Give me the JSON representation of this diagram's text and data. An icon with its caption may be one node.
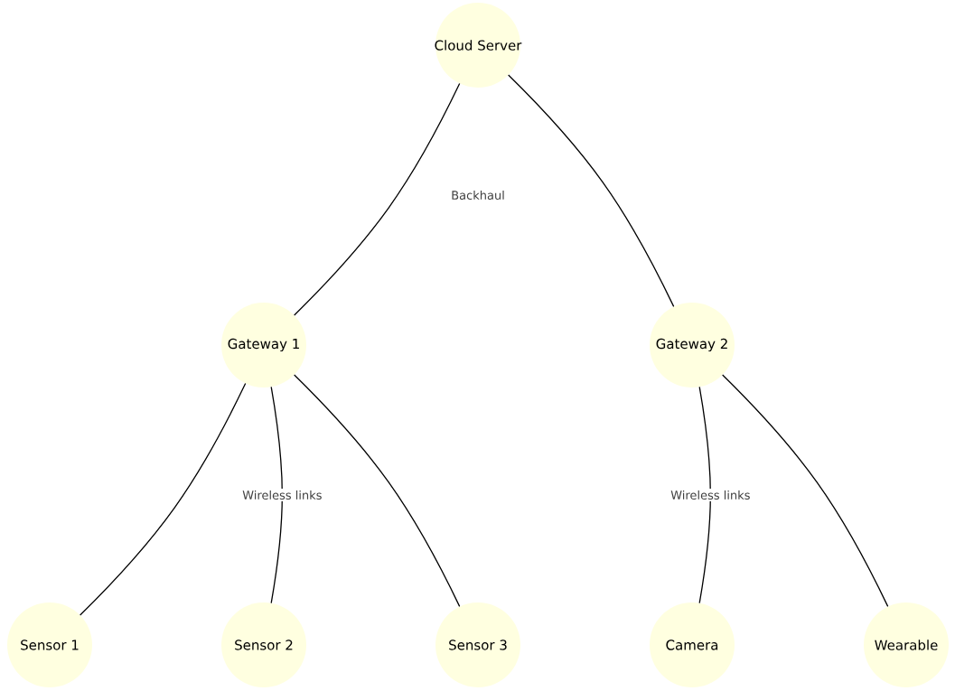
{
  "diagram": {
    "nodes": [
      {
        "text": [
          "Cloud Server"
        ]
      },
      {
        "text": [
          "Gateway 1"
        ]
      },
      {
        "text": [
          "Gateway 2"
        ]
      },
      {
        "text": [
          "Sensor 1"
        ]
      },
      {
        "text": [
          "Sensor 2"
        ]
      },
      {
        "text": [
          "Sensor 3"
        ]
      },
      {
        "text": [
          "Camera"
        ]
      },
      {
        "text": [
          "Wearable"
        ]
      }
    ],
    "edges": [
      {
        "from": 0,
        "to": 1,
        "arrow": "none"
      },
      {
        "from": 0,
        "to": 2,
        "arrow": "none"
      },
      {
        "from": 1,
        "to": 3,
        "arrow": "none"
      },
      {
        "from": 1,
        "to": 4,
        "arrow": "none",
        "label": "Wireless links"
      },
      {
        "from": 1,
        "to": 5,
        "arrow": "none"
      },
      {
        "from": 2,
        "to": 6,
        "arrow": "none",
        "label": "Wireless links"
      },
      {
        "from": 2,
        "to": 7,
        "arrow": "none"
      }
    ],
    "labels": [
      "Backhaul"
    ]
  }
}
